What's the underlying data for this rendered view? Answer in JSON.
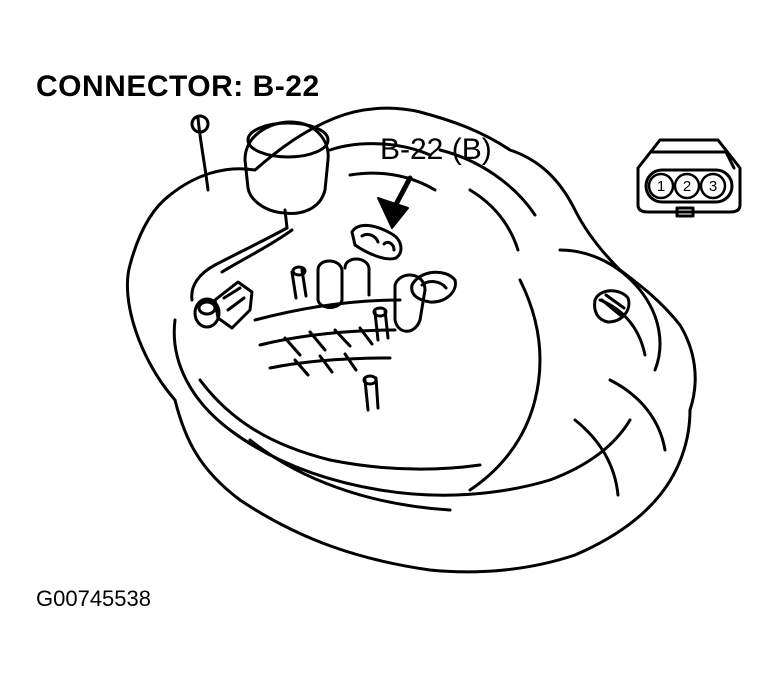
{
  "title": "CONNECTOR: B-22",
  "callout_label": "B-22 (B)",
  "figure_id": "G00745538",
  "connector_pins": [
    "1",
    "2",
    "3"
  ],
  "icons": {
    "engine": "engine-assembly-illustration",
    "arrow": "pointer-arrow",
    "connector": "three-pin-connector"
  },
  "colors": {
    "ink": "#000000",
    "paper": "#ffffff"
  }
}
